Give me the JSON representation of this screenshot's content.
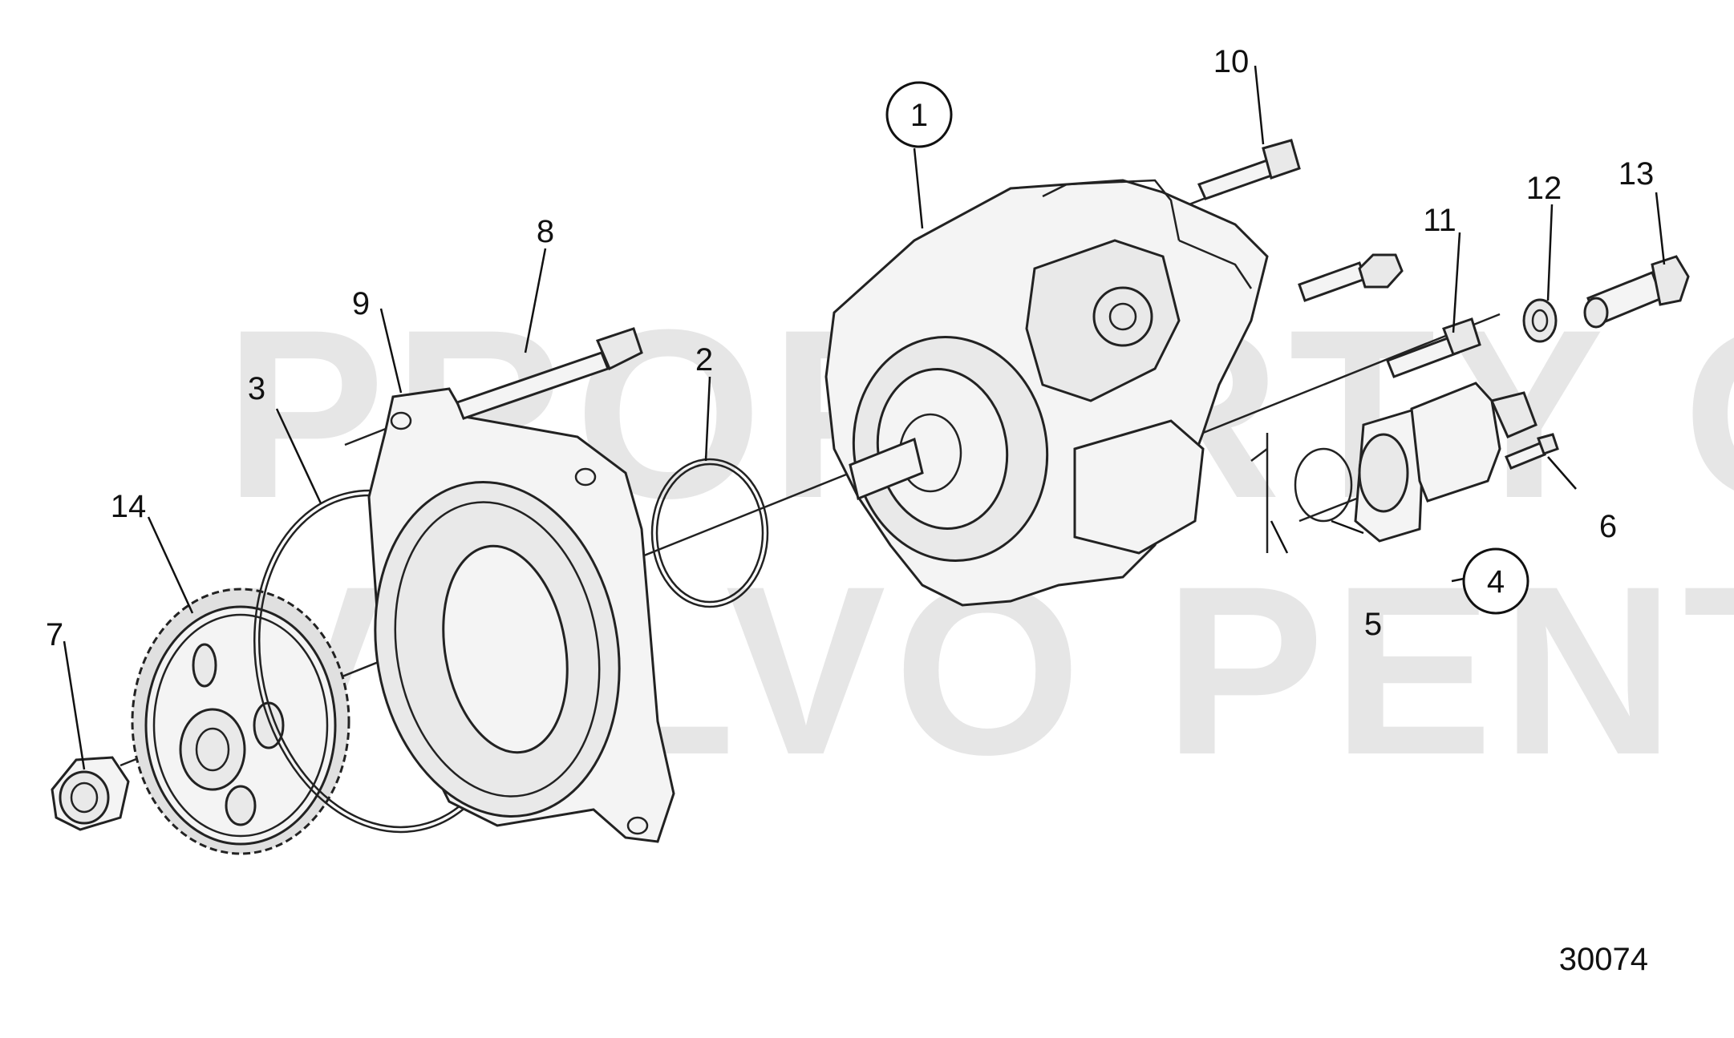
{
  "watermark": {
    "line1": "PROPERTY OF",
    "line2": "VOLVO PENTA"
  },
  "reference_number": "30074",
  "callouts": [
    {
      "id": "c1",
      "label": "1",
      "circled": true
    },
    {
      "id": "c2",
      "label": "2",
      "circled": false
    },
    {
      "id": "c3",
      "label": "3",
      "circled": false
    },
    {
      "id": "c4",
      "label": "4",
      "circled": true
    },
    {
      "id": "c5",
      "label": "5",
      "circled": false
    },
    {
      "id": "c6",
      "label": "6",
      "circled": false
    },
    {
      "id": "c7",
      "label": "7",
      "circled": false
    },
    {
      "id": "c8",
      "label": "8",
      "circled": false
    },
    {
      "id": "c9",
      "label": "9",
      "circled": false
    },
    {
      "id": "c10",
      "label": "10",
      "circled": false
    },
    {
      "id": "c11",
      "label": "11",
      "circled": false
    },
    {
      "id": "c12",
      "label": "12",
      "circled": false
    },
    {
      "id": "c13",
      "label": "13",
      "circled": false
    },
    {
      "id": "c14",
      "label": "14",
      "circled": false
    }
  ]
}
